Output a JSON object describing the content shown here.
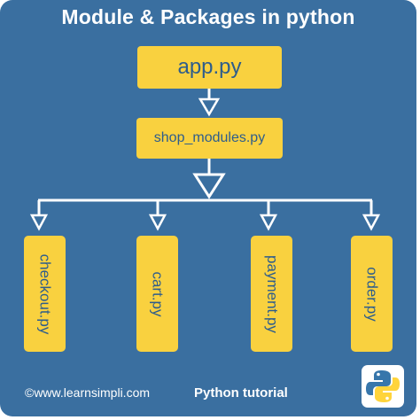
{
  "title": "Module & Packages in python",
  "root": {
    "label": "app.py"
  },
  "package": {
    "label": "shop_modules.py"
  },
  "modules": [
    {
      "label": "checkout.py"
    },
    {
      "label": "cart.py"
    },
    {
      "label": "payment.py"
    },
    {
      "label": "order.py"
    }
  ],
  "footer": {
    "copyright": "©www.learnsimpli.com",
    "tutorial": "Python  tutorial",
    "logo_icon": "python-logo-icon"
  },
  "colors": {
    "background": "#3a6fa0",
    "box": "#f9d13f",
    "box_text": "#2e5d8c",
    "lines": "#ffffff"
  }
}
